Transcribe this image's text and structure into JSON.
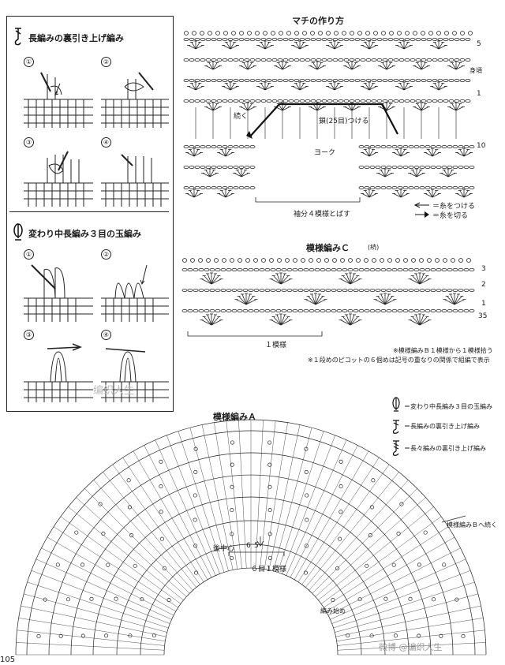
{
  "left_panel": {
    "section1": {
      "title": "長編みの裏引き上げ編み",
      "steps": [
        "①",
        "②",
        "③",
        "④"
      ]
    },
    "section2": {
      "title": "変わり中長編み３目の玉編み",
      "steps": [
        "①",
        "②",
        "③",
        "④"
      ]
    },
    "watermark": "编织人生"
  },
  "gusset": {
    "title": "マチの作り方",
    "labels": {
      "continue": "続く",
      "chain_attach": "鎖(25目)つける",
      "yoke": "ヨーク",
      "sleeve_skip": "袖分４模様とばす",
      "body": "身頃"
    },
    "row_numbers": [
      "5",
      "1",
      "10"
    ],
    "legend": {
      "attach": "＝糸をつける",
      "cut": "＝糸を切る"
    }
  },
  "pattern_c": {
    "title": "模様編みＣ",
    "title_suffix": "(続)",
    "row_numbers": [
      "3",
      "2",
      "1",
      "35"
    ],
    "repeat_label": "１模様",
    "notes": [
      "※模様編みＢ１模様から１模様拾う",
      "※１段めのピコットの６個めは記号の重なりの関係で組編で表示"
    ]
  },
  "symbol_legend": [
    "＝変わり中長編み３目の玉編み",
    "＝長編みの裏引き上げ編み",
    "＝長々編みの裏引き上げ編み"
  ],
  "pattern_a": {
    "title": "模様編みＡ",
    "back_center": "後中心",
    "center_numbers": [
      "6",
      "5"
    ],
    "repeat_label": "６目１模様",
    "continue_b": "模様編みＢへ続く",
    "start_label": "編み始め"
  },
  "page_number": "105",
  "footer_watermark": "微博  @编织人生"
}
